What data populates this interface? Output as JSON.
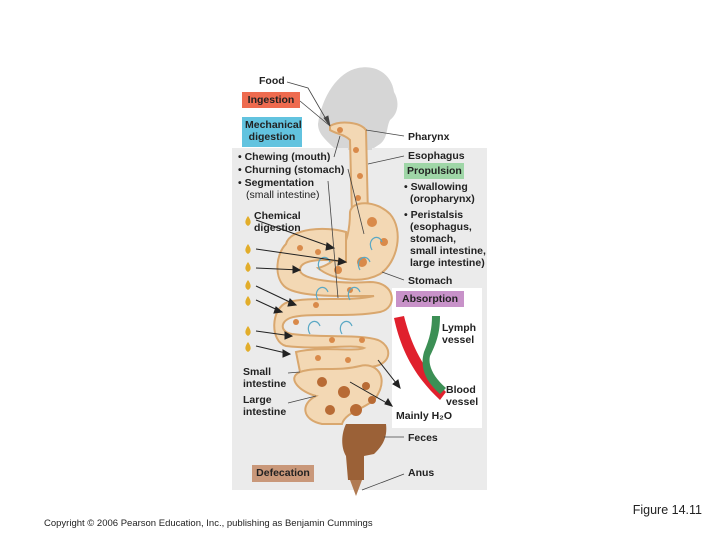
{
  "figure": {
    "caption": "Figure 14.11",
    "copyright": "Copyright © 2006 Pearson Education, Inc., publishing as Benjamin Cummings"
  },
  "processes": {
    "ingestion": "Ingestion",
    "mechanical_digestion": [
      "Mechanical",
      "digestion"
    ],
    "mechanical_list": [
      "• Chewing (mouth)",
      "• Churning (stomach)",
      "• Segmentation",
      "(small intestine)"
    ],
    "chemical_digestion": [
      "Chemical",
      "digestion"
    ],
    "propulsion": "Propulsion",
    "propulsion_list": [
      "• Swallowing",
      "(oropharynx)",
      "• Peristalsis",
      "(esophagus,",
      "stomach,",
      "small intestine,",
      "large intestine)"
    ],
    "absorption": "Absorption",
    "defecation": "Defecation"
  },
  "structures": {
    "food": "Food",
    "pharynx": "Pharynx",
    "esophagus": "Esophagus",
    "stomach": "Stomach",
    "small_intestine": [
      "Small",
      "intestine"
    ],
    "large_intestine": [
      "Large",
      "intestine"
    ],
    "lymph_vessel": [
      "Lymph",
      "vessel"
    ],
    "blood_vessel": [
      "Blood",
      "vessel"
    ],
    "mainly_h2o": "Mainly H₂O",
    "feces": "Feces",
    "anus": "Anus"
  },
  "colors": {
    "ingestion": "#ee6b4f",
    "mechanical": "#62c3df",
    "propulsion": "#9fd6a7",
    "absorption": "#c892c9",
    "defecation": "#c9987a",
    "tract_fill": "#f3d8b4",
    "tract_stroke": "#d9a76e",
    "particle": "#d98a4a",
    "feces": "#9b6137",
    "blood": "#e0202d",
    "lymph": "#3c8f55",
    "enzyme_drop": "#e2ad2a"
  }
}
